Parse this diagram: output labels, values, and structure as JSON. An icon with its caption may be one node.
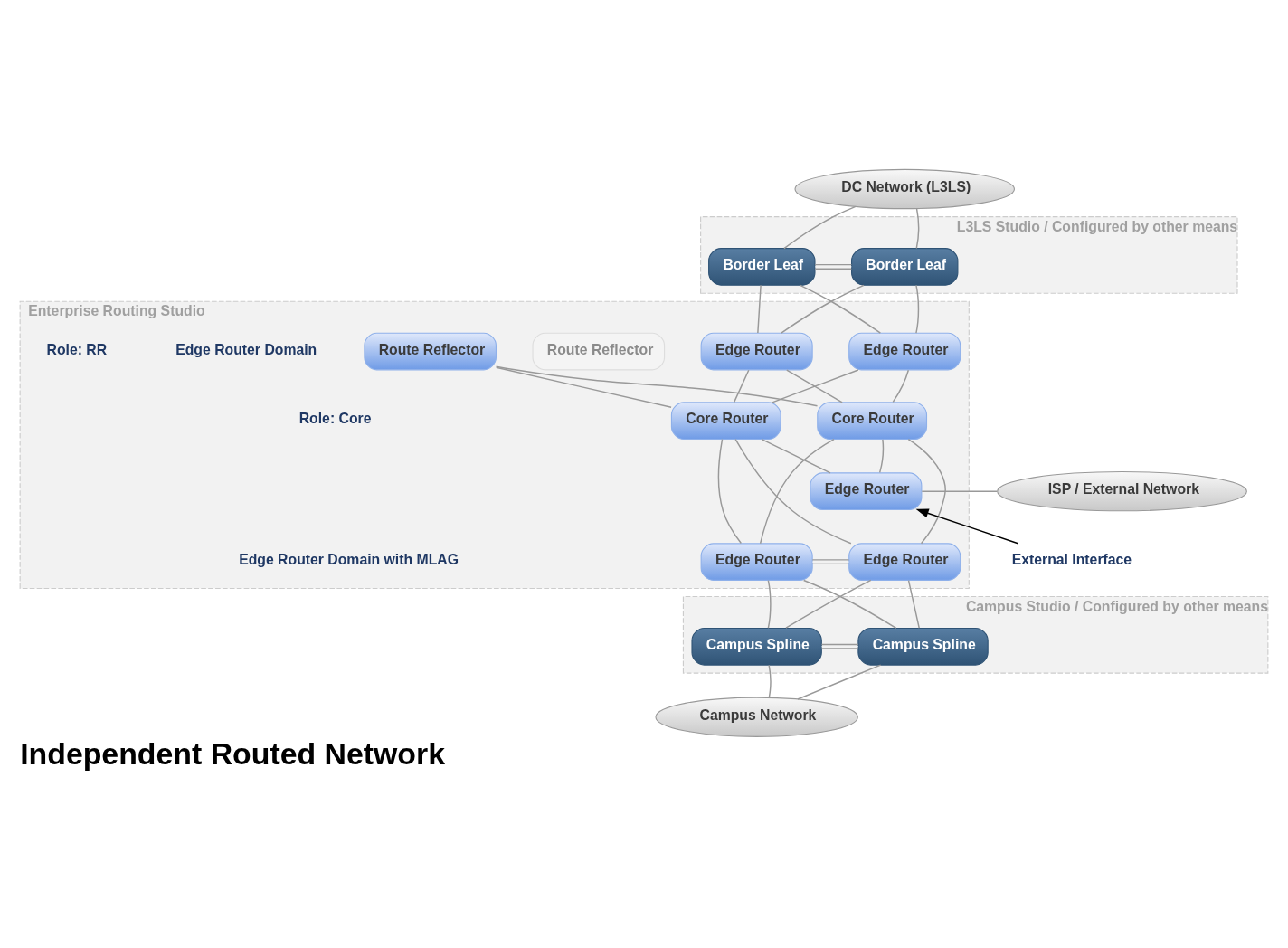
{
  "diagram": {
    "title": "Independent Routed Network",
    "nodes": [
      {
        "text": [
          "L3LS Studio / Configured by other means"
        ]
      },
      {
        "text": [
          "DC Network (L3LS)"
        ]
      },
      {
        "text": [
          "Border Leaf"
        ],
        "in": 0
      },
      {
        "text": [
          "Border Leaf"
        ],
        "in": 0
      },
      {
        "text": [
          "Enterprise Routing Studio"
        ]
      },
      {
        "text": [
          "Edge Router"
        ],
        "in": 4
      },
      {
        "text": [
          "Edge Router"
        ],
        "in": 4
      },
      {
        "text": [
          "Route Reflector"
        ],
        "in": 4
      },
      {
        "text": [
          "Route Reflector"
        ],
        "in": 4
      },
      {
        "text": [
          "Core Router"
        ],
        "in": 4
      },
      {
        "text": [
          "Core Router"
        ],
        "in": 4
      },
      {
        "text": [
          "Edge Router"
        ],
        "in": 4
      },
      {
        "text": [
          "Edge Router"
        ],
        "in": 4
      },
      {
        "text": [
          "Edge Router"
        ],
        "in": 4
      },
      {
        "text": [
          "Campus Studio / Configured by other means"
        ]
      },
      {
        "text": [
          "Campus Spline"
        ],
        "in": 14
      },
      {
        "text": [
          "Campus Spline"
        ],
        "in": 14
      },
      {
        "text": [
          "Campus Network"
        ]
      },
      {
        "text": [
          "ISP / External Network"
        ]
      },
      {
        "text": [
          "External Interface"
        ]
      }
    ],
    "edges": [
      {
        "from": 1,
        "to": 2,
        "arrow": "none"
      },
      {
        "from": 1,
        "to": 3,
        "arrow": "none"
      },
      {
        "from": 2,
        "to": 3,
        "arrow": "none"
      },
      {
        "from": 2,
        "to": 5,
        "arrow": "none"
      },
      {
        "from": 2,
        "to": 6,
        "arrow": "none"
      },
      {
        "from": 3,
        "to": 5,
        "arrow": "none"
      },
      {
        "from": 3,
        "to": 6,
        "arrow": "none"
      },
      {
        "from": 5,
        "to": 9,
        "arrow": "none"
      },
      {
        "from": 5,
        "to": 10,
        "arrow": "none"
      },
      {
        "from": 6,
        "to": 9,
        "arrow": "none"
      },
      {
        "from": 6,
        "to": 10,
        "arrow": "none"
      },
      {
        "from": 9,
        "to": 8,
        "arrow": "none"
      },
      {
        "from": 10,
        "to": 8,
        "arrow": "none"
      },
      {
        "from": 9,
        "to": 11,
        "arrow": "none"
      },
      {
        "from": 10,
        "to": 11,
        "arrow": "none"
      },
      {
        "from": 9,
        "to": 12,
        "arrow": "none"
      },
      {
        "from": 9,
        "to": 13,
        "arrow": "none"
      },
      {
        "from": 10,
        "to": 12,
        "arrow": "none"
      },
      {
        "from": 10,
        "to": 13,
        "arrow": "none"
      },
      {
        "from": 12,
        "to": 13,
        "arrow": "none"
      },
      {
        "from": 12,
        "to": 15,
        "arrow": "none"
      },
      {
        "from": 12,
        "to": 16,
        "arrow": "none"
      },
      {
        "from": 13,
        "to": 15,
        "arrow": "none"
      },
      {
        "from": 13,
        "to": 16,
        "arrow": "none"
      },
      {
        "from": 15,
        "to": 16,
        "arrow": "none"
      },
      {
        "from": 15,
        "to": 17,
        "arrow": "none"
      },
      {
        "from": 16,
        "to": 17,
        "arrow": "none"
      },
      {
        "from": 11,
        "to": 18,
        "arrow": "none"
      },
      {
        "from": 19,
        "to": 11,
        "arrow": "to",
        "color": "#000000"
      }
    ],
    "labels": [
      "Edge Router Domain",
      "Role: RR",
      "Role: Core",
      "Edge Router Domain with MLAG"
    ]
  }
}
